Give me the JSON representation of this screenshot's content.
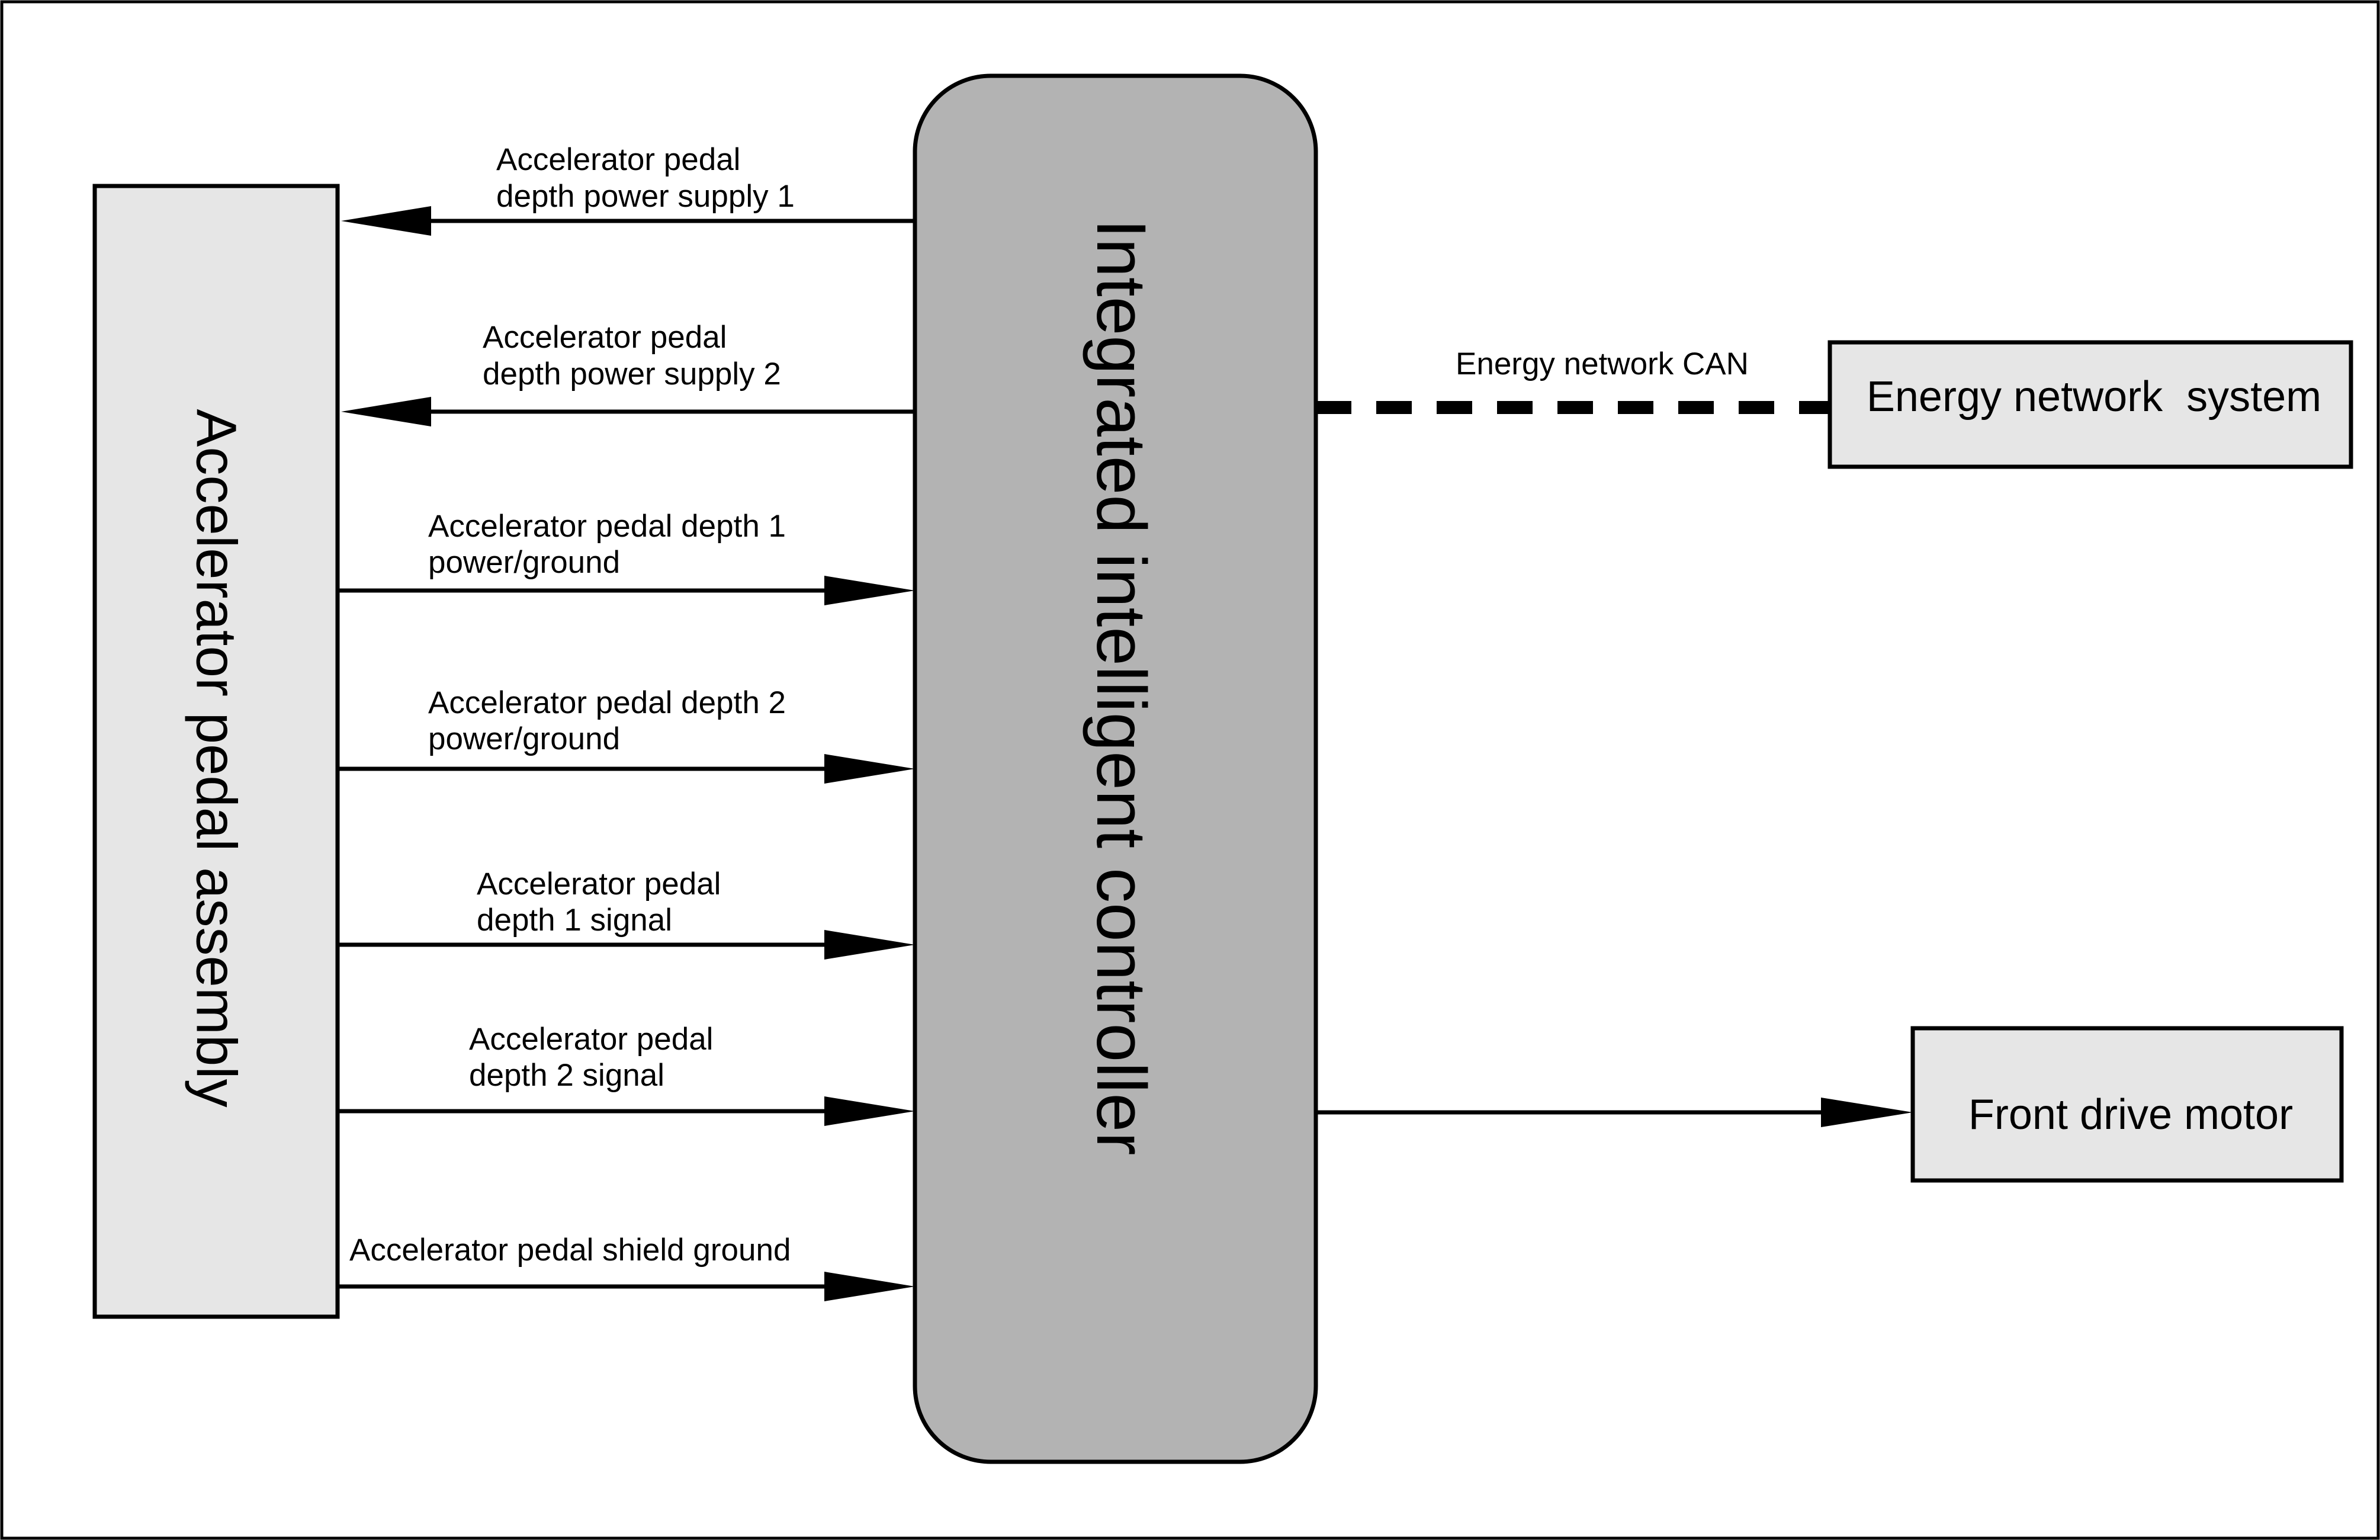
{
  "nodes": {
    "pedal_assembly": {
      "label": "Accelerator pedal assembly"
    },
    "controller": {
      "label": "Integrated intelligent controller"
    },
    "energy_system": {
      "label": "Energy network  system"
    },
    "front_motor": {
      "label": "Front drive motor"
    }
  },
  "edges": {
    "supply_1": {
      "line1": "Accelerator pedal",
      "line2": "depth power supply 1",
      "direction": "controller-to-pedal"
    },
    "supply_2": {
      "line1": "Accelerator pedal",
      "line2": "depth power supply 2",
      "direction": "controller-to-pedal"
    },
    "depth_1_power": {
      "line1": "Accelerator pedal depth 1",
      "line2": "power/ground",
      "direction": "pedal-to-controller"
    },
    "depth_2_power": {
      "line1": "Accelerator pedal depth 2",
      "line2": "power/ground",
      "direction": "pedal-to-controller"
    },
    "depth_1_signal": {
      "line1": "Accelerator pedal",
      "line2": "depth 1 signal",
      "direction": "pedal-to-controller"
    },
    "depth_2_signal": {
      "line1": "Accelerator pedal",
      "line2": "depth 2 signal",
      "direction": "pedal-to-controller"
    },
    "shield_ground": {
      "line1": "Accelerator pedal shield ground",
      "direction": "pedal-to-controller"
    },
    "energy_can": {
      "line1": "Energy network CAN",
      "style": "dashed"
    },
    "motor_link": {
      "direction": "controller-to-motor"
    }
  },
  "colors": {
    "controller_fill": "#b3b3b3",
    "box_fill": "#e6e6e6",
    "stroke": "#000000",
    "background": "#ffffff"
  }
}
